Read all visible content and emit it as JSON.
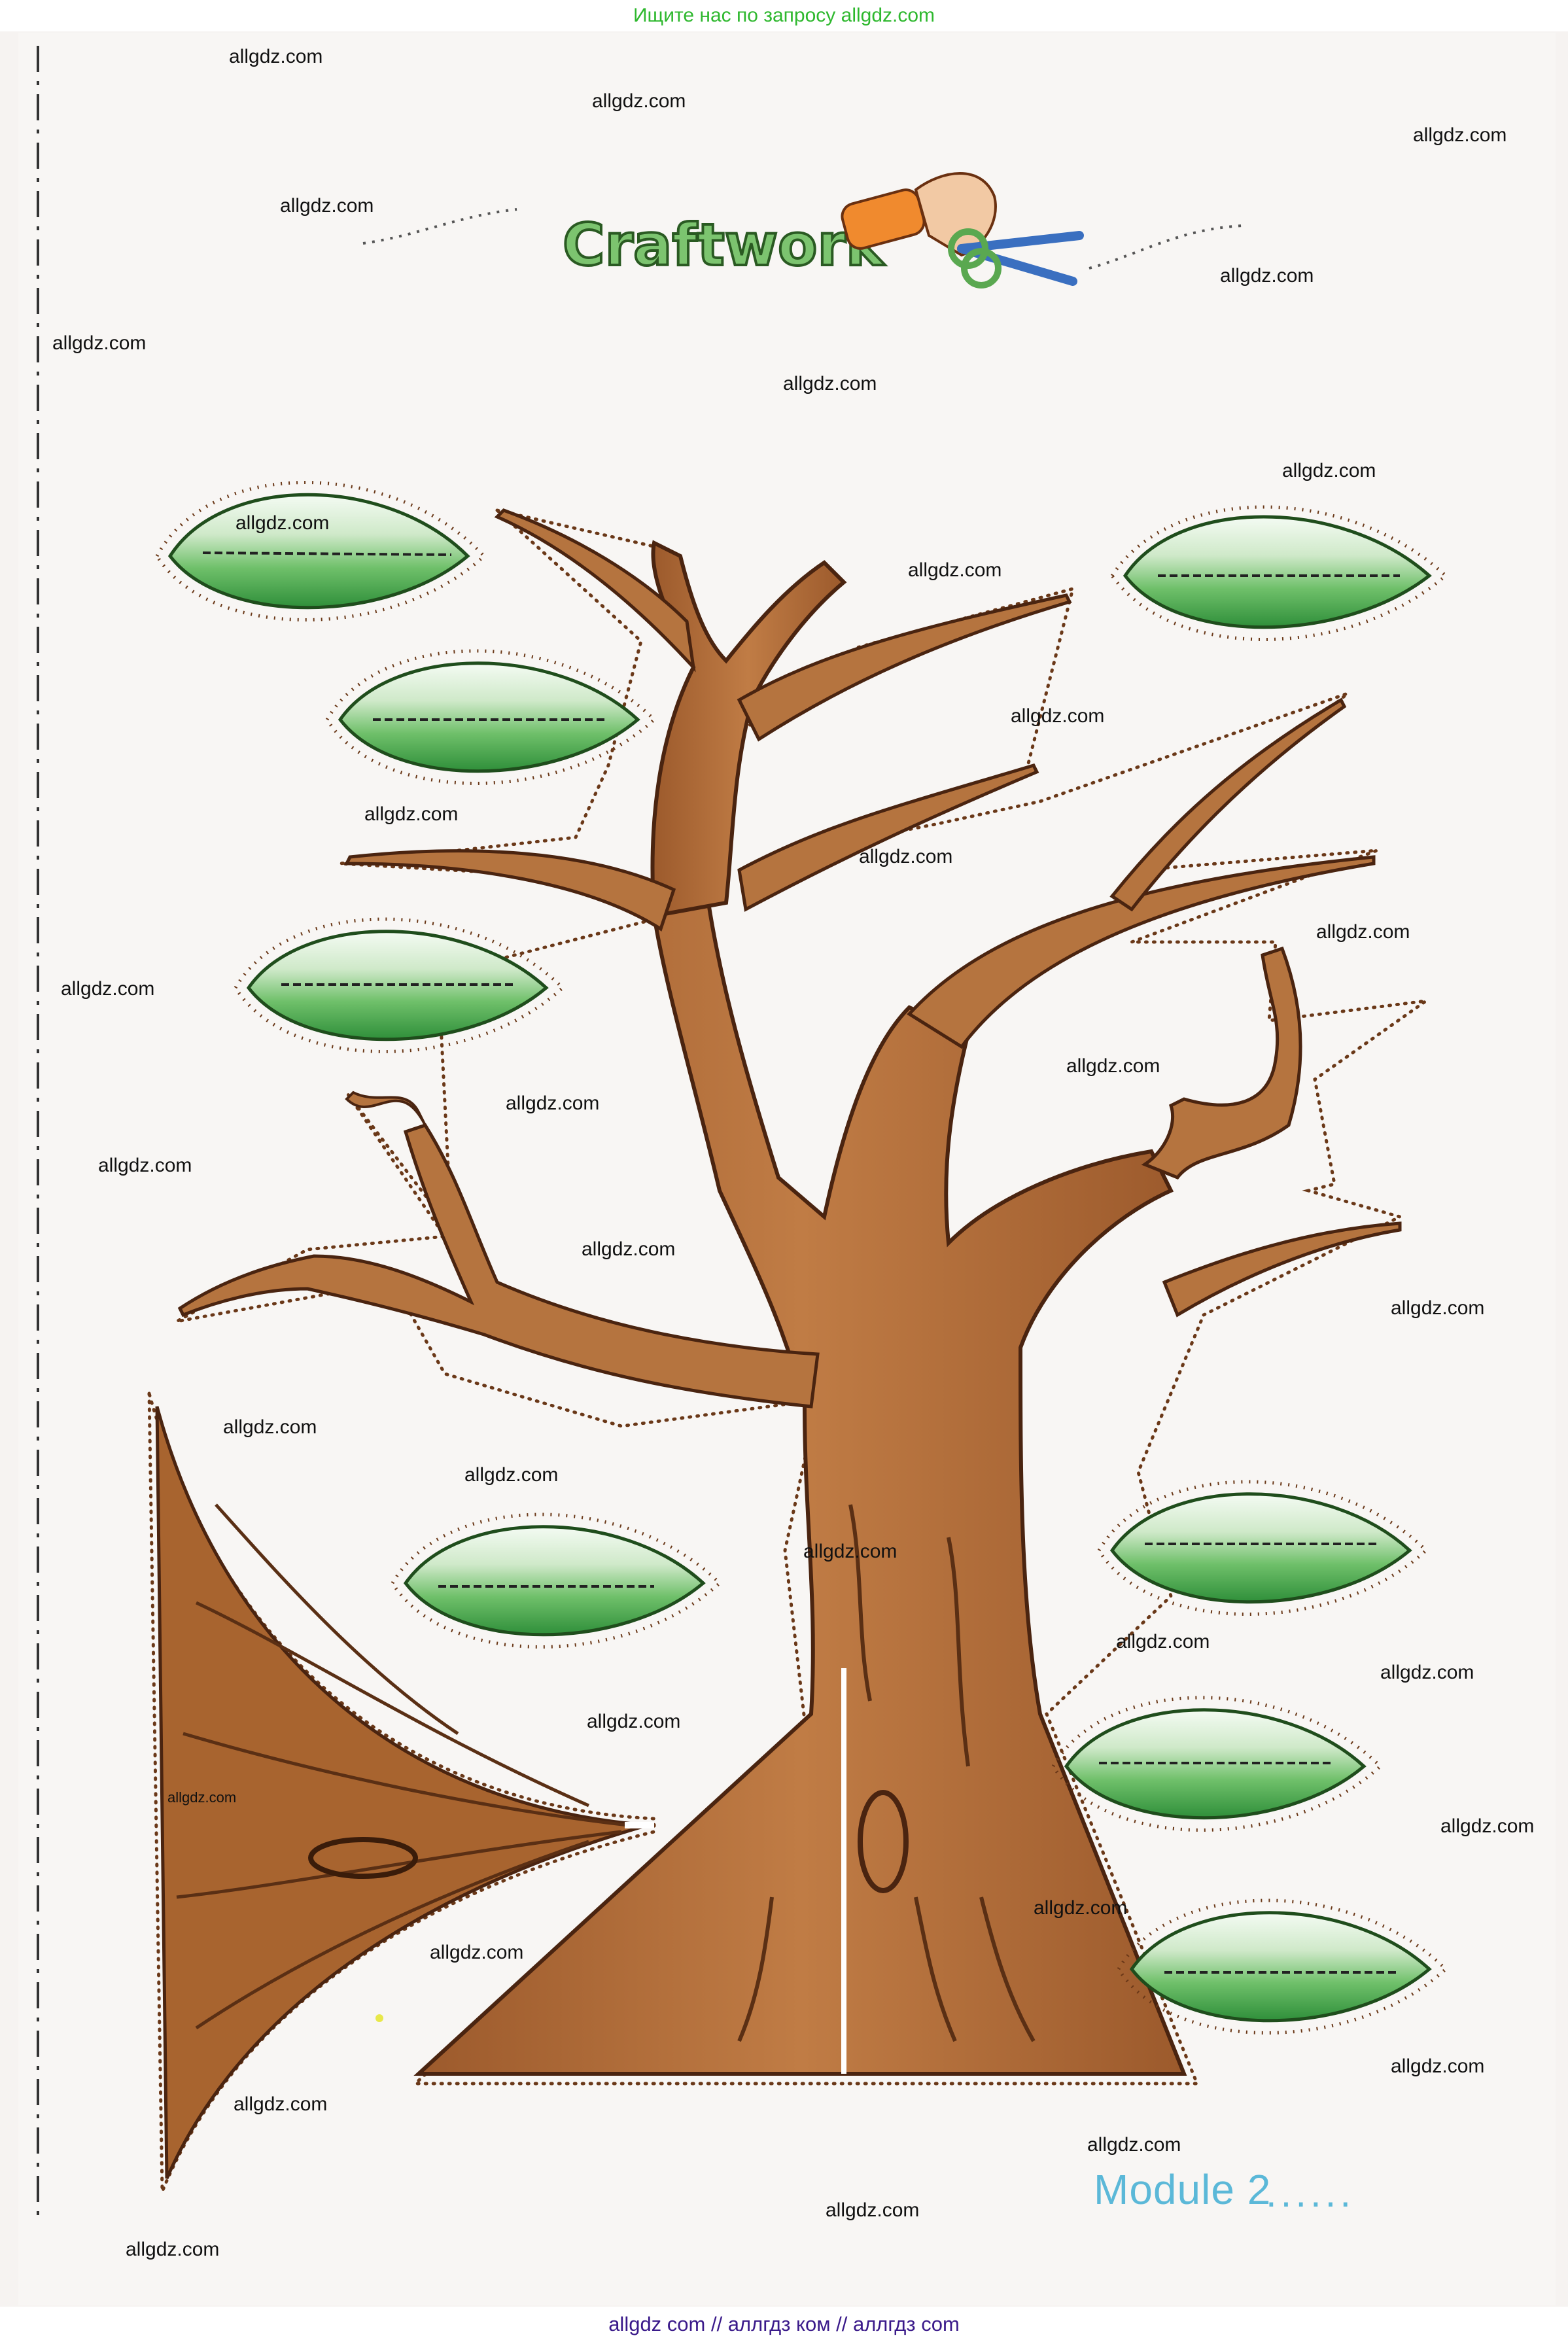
{
  "top_banner": "Ищите нас по запросу allgdz.com",
  "bottom_banner": "allgdz com  //  аллгдз ком  //  аллгдз com",
  "craft_title": "Craftwork",
  "module_label": "Module 2",
  "module_dots": "......",
  "watermark_text": "allgdz.com",
  "colors": {
    "leaf_green": "#4caf50",
    "bark_brown": "#b5743f",
    "bark_dark": "#5a2f14",
    "accent_blue": "#5bb8d8",
    "banner_green": "#2eb82e",
    "banner_purple": "#3a1a8a"
  },
  "watermarks": [
    "allgdz.com",
    "allgdz.com",
    "allgdz.com",
    "allgdz.com",
    "allgdz.com",
    "allgdz.com",
    "allgdz.com",
    "allgdz.com",
    "allgdz.com",
    "allgdz.com",
    "allgdz.com",
    "allgdz.com",
    "allgdz.com",
    "allgdz.com",
    "allgdz.com",
    "allgdz.com",
    "allgdz.com",
    "allgdz.com",
    "allgdz.com",
    "allgdz.com",
    "allgdz.com",
    "allgdz.com",
    "allgdz.com",
    "allgdz.com",
    "allgdz.com",
    "allgdz.com",
    "allgdz.com",
    "allgdz.com",
    "allgdz.com",
    "allgdz.com",
    "allgdz.com",
    "allgdz.com",
    "allgdz.com",
    "allgdz.com"
  ]
}
